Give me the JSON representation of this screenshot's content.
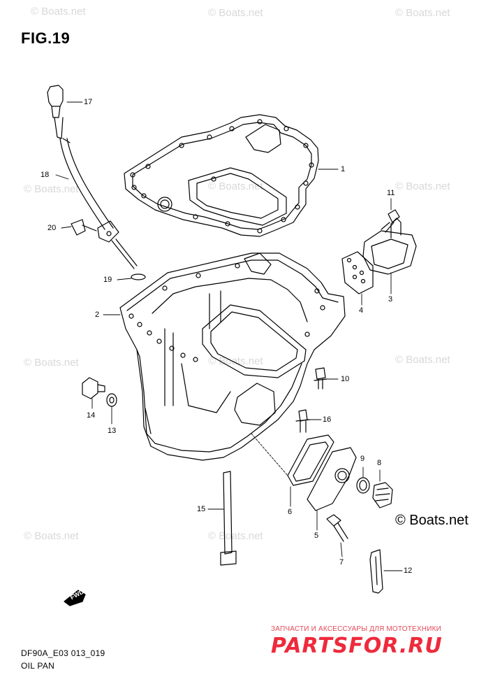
{
  "figure": {
    "title": "FIG.19",
    "model_code": "DF90A_E03 013_019",
    "part_name": "OIL PAN"
  },
  "watermarks": {
    "text": "© Boats.net",
    "prominent": "© Boats.net"
  },
  "banner": {
    "top_text": "ЗАПЧАСТИ И АКСЕССУАРЫ ДЛЯ МОТОТЕХНИКИ",
    "logo_text": "PARTSFOR.RU",
    "color": "#ee2a3c"
  },
  "front_marker": {
    "label": "FWD"
  },
  "callouts": [
    "17",
    "1",
    "18",
    "11",
    "20",
    "3",
    "4",
    "19",
    "2",
    "10",
    "14",
    "13",
    "16",
    "9",
    "8",
    "15",
    "6",
    "5",
    "7",
    "12"
  ]
}
